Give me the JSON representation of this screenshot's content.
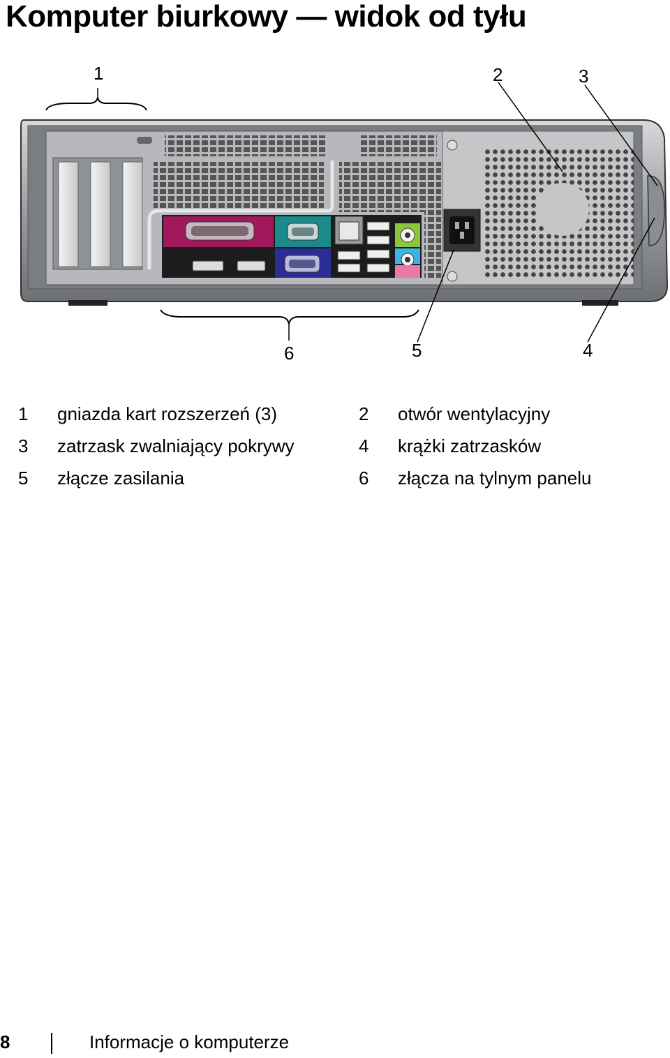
{
  "page": {
    "title": "Komputer biurkowy — widok od tyłu"
  },
  "figure": {
    "callouts": [
      "1",
      "2",
      "3",
      "4",
      "5",
      "6"
    ]
  },
  "legend": [
    {
      "num": "1",
      "text": "gniazda kart rozszerzeń (3)"
    },
    {
      "num": "2",
      "text": "otwór wentylacyjny"
    },
    {
      "num": "3",
      "text": "zatrzask zwalniający pokrywy"
    },
    {
      "num": "4",
      "text": "krążki zatrzasków"
    },
    {
      "num": "5",
      "text": "złącze zasilania"
    },
    {
      "num": "6",
      "text": "złącza na tylnym panelu"
    }
  ],
  "footer": {
    "page_number": "8",
    "section": "Informacje o komputerze"
  },
  "colors": {
    "parallel": "#a0195a",
    "serial": "#1b8a8a",
    "vga": "#2b2c95",
    "audio_green": "#8cc63e",
    "audio_blue": "#3cb4e6",
    "audio_pink": "#e87aa8",
    "case": "#8a8d91"
  }
}
